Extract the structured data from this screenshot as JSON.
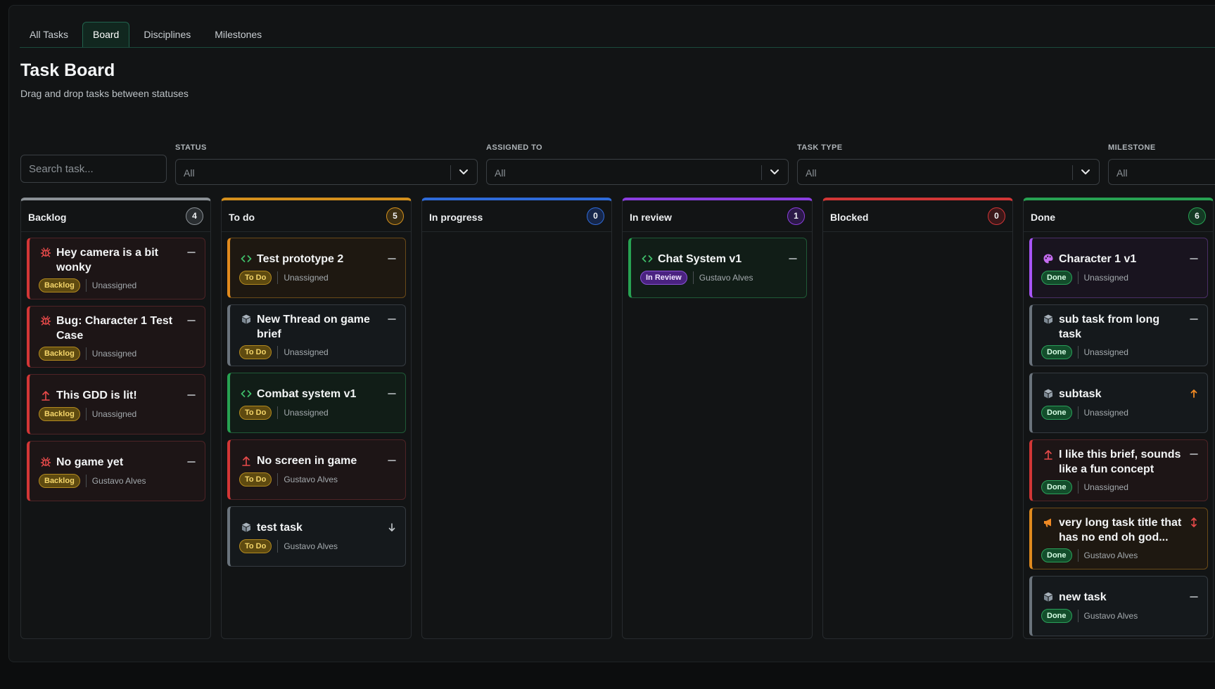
{
  "tabs": [
    {
      "label": "All Tasks"
    },
    {
      "label": "Board"
    },
    {
      "label": "Disciplines"
    },
    {
      "label": "Milestones"
    }
  ],
  "header": {
    "title": "Task Board",
    "subtitle": "Drag and drop tasks between statuses"
  },
  "search": {
    "placeholder": "Search task..."
  },
  "filters": [
    {
      "label": "STATUS",
      "value": "All"
    },
    {
      "label": "ASSIGNED TO",
      "value": "All"
    },
    {
      "label": "TASK TYPE",
      "value": "All"
    },
    {
      "label": "MILESTONE",
      "value": "All"
    }
  ],
  "colors": {
    "backlog": "#8b9196",
    "todo": "#d4901d",
    "in_progress": "#2f6bd9",
    "in_review": "#8a3ee0",
    "blocked": "#d23636",
    "done": "#27a252"
  },
  "columns": [
    {
      "title": "Backlog",
      "count": "4",
      "color": "#8b9196",
      "cards": [
        {
          "title": "Hey camera is a bit wonky",
          "icon": "bug-icon",
          "priority": "dash-icon",
          "badge": "Backlog",
          "assignee": "Unassigned",
          "accent": "red"
        },
        {
          "title": "Bug: Character 1 Test Case",
          "icon": "bug-icon",
          "priority": "dash-icon",
          "badge": "Backlog",
          "assignee": "Unassigned",
          "accent": "red"
        },
        {
          "title": "This GDD is lit!",
          "icon": "arrow-up-icon",
          "priority": "dash-icon",
          "badge": "Backlog",
          "assignee": "Unassigned",
          "accent": "red"
        },
        {
          "title": "No game yet",
          "icon": "bug-icon",
          "priority": "dash-icon",
          "badge": "Backlog",
          "assignee": "Gustavo Alves",
          "accent": "red"
        }
      ]
    },
    {
      "title": "To do",
      "count": "5",
      "color": "#d4901d",
      "cards": [
        {
          "title": "Test prototype 2",
          "icon": "code-icon",
          "priority": "dash-icon",
          "badge": "To Do",
          "assignee": "Unassigned",
          "accent": "orange"
        },
        {
          "title": "New Thread on game brief",
          "icon": "cube-icon",
          "priority": "dash-icon",
          "badge": "To Do",
          "assignee": "Unassigned",
          "accent": "grey"
        },
        {
          "title": "Combat system v1",
          "icon": "code-icon",
          "priority": "dash-icon",
          "badge": "To Do",
          "assignee": "Unassigned",
          "accent": "green"
        },
        {
          "title": "No screen in game",
          "icon": "arrow-up-icon",
          "priority": "dash-icon",
          "badge": "To Do",
          "assignee": "Gustavo Alves",
          "accent": "red"
        },
        {
          "title": "test task",
          "icon": "cube-icon",
          "priority": "arrow-down-icon",
          "badge": "To Do",
          "assignee": "Gustavo Alves",
          "accent": "grey"
        }
      ]
    },
    {
      "title": "In progress",
      "count": "0",
      "color": "#2f6bd9",
      "cards": []
    },
    {
      "title": "In review",
      "count": "1",
      "color": "#8a3ee0",
      "cards": [
        {
          "title": "Chat System v1",
          "icon": "code-icon",
          "priority": "dash-icon",
          "badge": "In Review",
          "assignee": "Gustavo Alves",
          "accent": "green"
        }
      ]
    },
    {
      "title": "Blocked",
      "count": "0",
      "color": "#d23636",
      "cards": []
    },
    {
      "title": "Done",
      "count": "6",
      "color": "#27a252",
      "cards": [
        {
          "title": "Character 1 v1",
          "icon": "palette-icon",
          "priority": "dash-icon",
          "badge": "Done",
          "assignee": "Unassigned",
          "accent": "purple"
        },
        {
          "title": "sub task from long task",
          "icon": "cube-icon",
          "priority": "dash-icon",
          "badge": "Done",
          "assignee": "Unassigned",
          "accent": "grey"
        },
        {
          "title": "subtask",
          "icon": "cube-icon",
          "priority": "arrow-up-orange-icon",
          "badge": "Done",
          "assignee": "Unassigned",
          "accent": "grey"
        },
        {
          "title": "I like this brief, sounds like a fun concept",
          "icon": "arrow-up-icon",
          "priority": "dash-icon",
          "badge": "Done",
          "assignee": "Unassigned",
          "accent": "red"
        },
        {
          "title": "very long task title that has no end oh god...",
          "icon": "megaphone-icon",
          "priority": "arrows-updown-icon",
          "badge": "Done",
          "assignee": "Gustavo Alves",
          "accent": "orange"
        },
        {
          "title": "new task",
          "icon": "cube-icon",
          "priority": "dash-icon",
          "badge": "Done",
          "assignee": "Gustavo Alves",
          "accent": "grey"
        }
      ]
    }
  ]
}
